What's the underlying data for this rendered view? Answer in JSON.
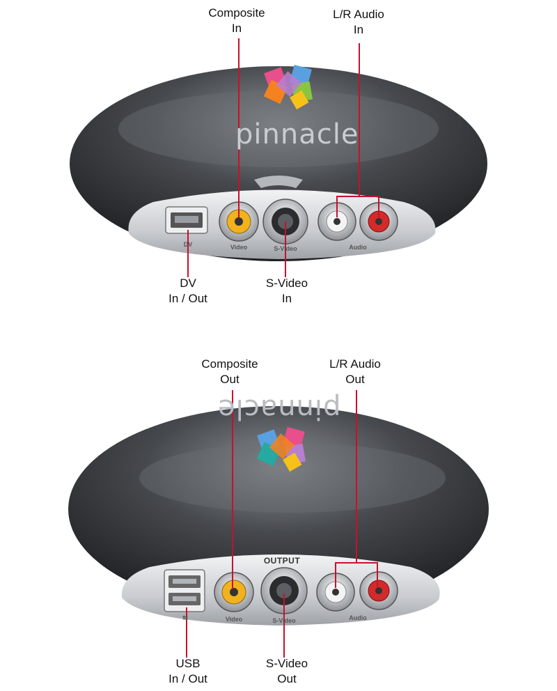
{
  "top": {
    "brand": "pinnacle",
    "callouts": {
      "composite_in": [
        "Composite",
        "In"
      ],
      "audio_in": [
        "L/R Audio",
        "In"
      ],
      "dv": [
        "DV",
        "In / Out"
      ],
      "svideo_in": [
        "S-Video",
        "In"
      ]
    },
    "port_labels": {
      "dv": "DV",
      "video": "Video",
      "svideo": "S-Video",
      "audio": "Audio"
    }
  },
  "bottom": {
    "brand": "pinnacle",
    "output_label": "OUTPUT",
    "callouts": {
      "composite_out": [
        "Composite",
        "Out"
      ],
      "audio_out": [
        "L/R Audio",
        "Out"
      ],
      "usb": [
        "USB",
        "In / Out"
      ],
      "svideo_out": [
        "S-Video",
        "Out"
      ]
    },
    "port_labels": {
      "usb": "⇆",
      "video": "Video",
      "svideo": "S-Video",
      "audio": "Audio"
    }
  },
  "colors": {
    "body_dark": "#3b3d40",
    "leader": "#c8102e",
    "panel_silver": "#d8dadd",
    "rca_yellow": "#f2b21e",
    "rca_white": "#f4f4f4",
    "rca_red": "#d42a2a"
  }
}
